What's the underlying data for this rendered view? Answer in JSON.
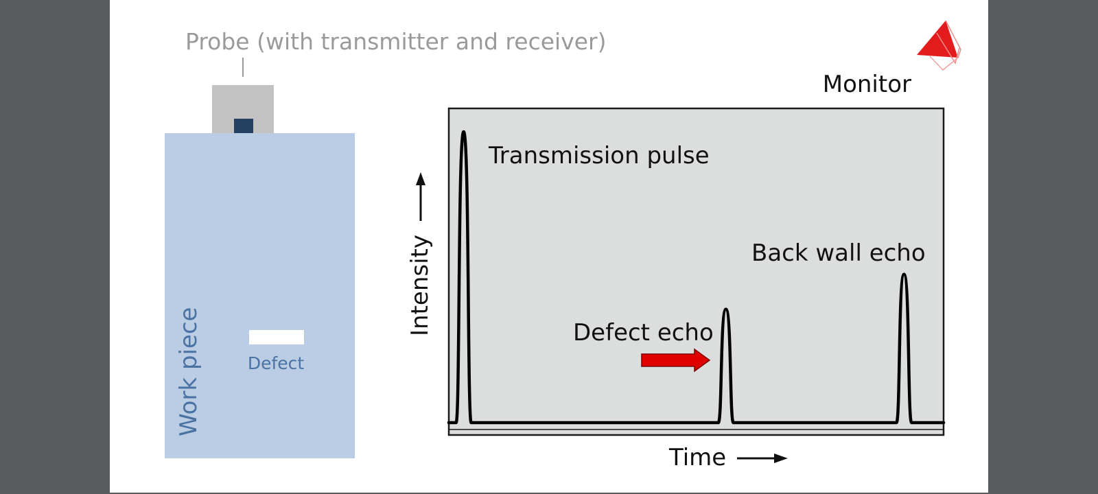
{
  "probe_label": "Probe (with transmitter and receiver)",
  "workpiece_label": "Work piece",
  "defect_label": "Defect",
  "monitor_label": "Monitor",
  "axis": {
    "y_label": "Intensity",
    "x_label": "Time"
  },
  "annotations": {
    "transmission_pulse": "Transmission pulse",
    "defect_echo": "Defect echo",
    "back_wall_echo": "Back wall echo"
  },
  "colors": {
    "background": "#595b5f",
    "slide": "#ffffff",
    "workpiece": "#bacde4",
    "workpiece_text": "#4a72a3",
    "probe_housing": "#c2c2c2",
    "transducer": "#253f61",
    "defect": "#ffffff",
    "monitor_screen": "#dcdddd",
    "signal": "#000000",
    "arrow": "#e00000",
    "logo": "#e31d1d"
  },
  "chart_data": {
    "type": "line",
    "series": [
      {
        "peaks": [
          {
            "name_ref": "transmission_pulse",
            "time": 0.03,
            "amplitude": 1.0
          },
          {
            "name_ref": "defect_echo",
            "time": 0.56,
            "amplitude": 0.39
          },
          {
            "name_ref": "back_wall_echo",
            "time": 0.92,
            "amplitude": 0.51
          }
        ]
      }
    ],
    "xlim": [
      0,
      1
    ],
    "ylim": [
      0,
      1
    ]
  }
}
